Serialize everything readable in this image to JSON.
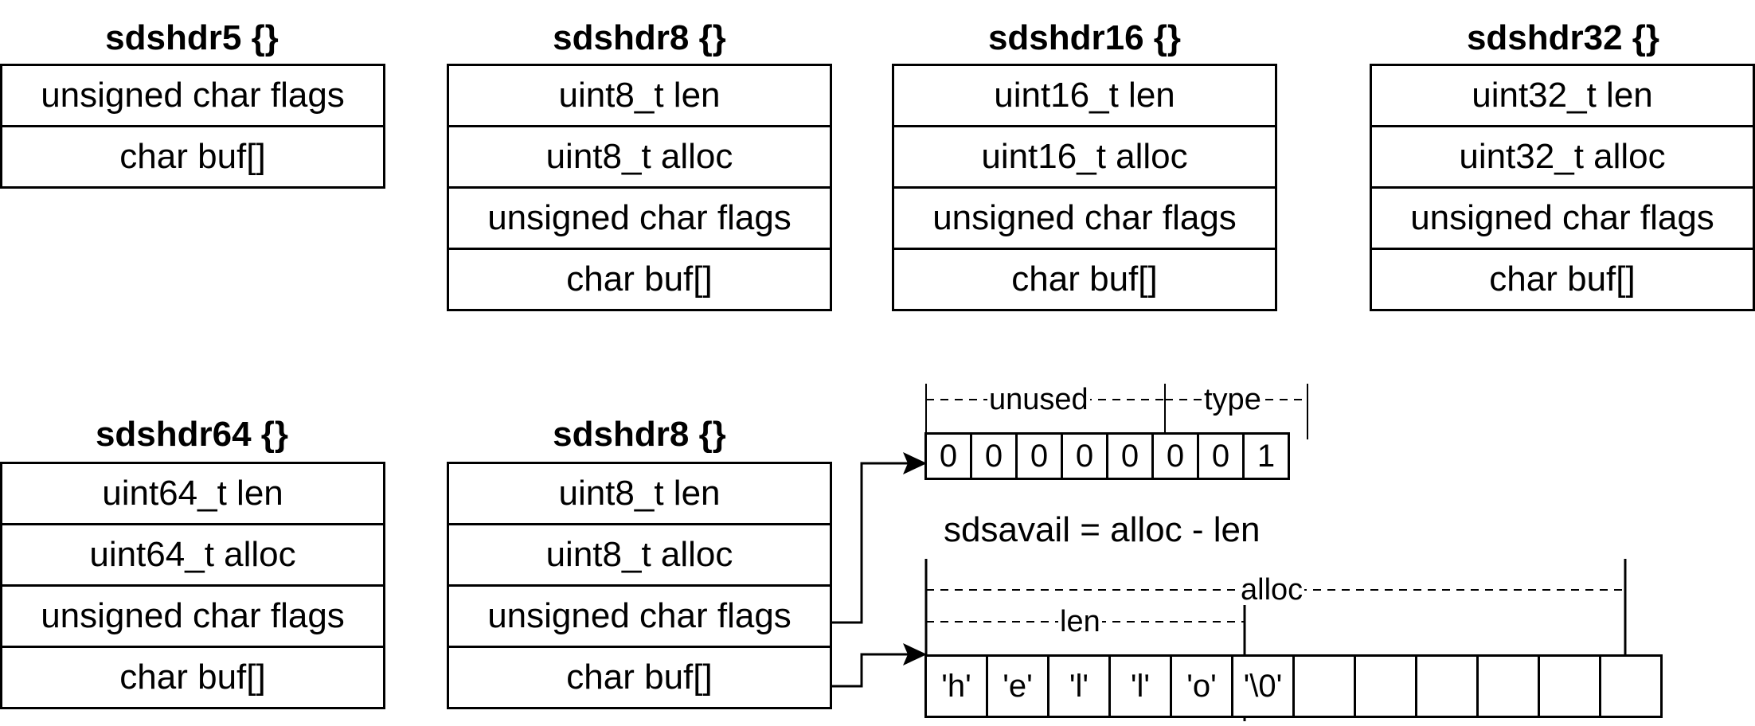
{
  "structs": [
    {
      "title": "sdshdr5 {}",
      "fields": [
        "unsigned char flags",
        "char buf[]"
      ]
    },
    {
      "title": "sdshdr8 {}",
      "fields": [
        "uint8_t len",
        "uint8_t alloc",
        "unsigned char flags",
        "char buf[]"
      ]
    },
    {
      "title": "sdshdr16 {}",
      "fields": [
        "uint16_t len",
        "uint16_t alloc",
        "unsigned char flags",
        "char buf[]"
      ]
    },
    {
      "title": "sdshdr32 {}",
      "fields": [
        "uint32_t len",
        "uint32_t alloc",
        "unsigned char flags",
        "char buf[]"
      ]
    },
    {
      "title": "sdshdr64 {}",
      "fields": [
        "uint64_t len",
        "uint64_t alloc",
        "unsigned char flags",
        "char buf[]"
      ]
    },
    {
      "title": "sdshdr8 {}",
      "fields": [
        "uint8_t len",
        "uint8_t alloc",
        "unsigned char flags",
        "char buf[]"
      ]
    }
  ],
  "flags_bits": {
    "unused_label": "unused",
    "type_label": "type",
    "bits": [
      "0",
      "0",
      "0",
      "0",
      "0",
      "0",
      "0",
      "1"
    ]
  },
  "formula": "sdsavail = alloc - len",
  "buffer": {
    "alloc_label": "alloc",
    "len_label": "len",
    "cells": [
      "'h'",
      "'e'",
      "'l'",
      "'l'",
      "'o'",
      "'\\0'",
      "",
      "",
      "",
      "",
      "",
      "",
      ""
    ]
  }
}
